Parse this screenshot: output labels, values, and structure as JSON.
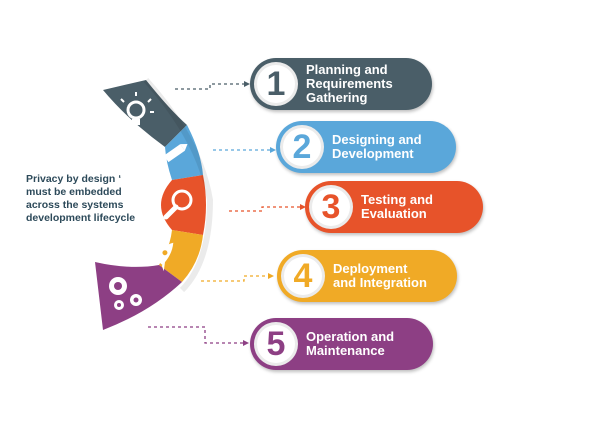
{
  "side_text": [
    "Privacy by design ‘",
    "must be embedded",
    "across the systems",
    "development lifecycle"
  ],
  "colors": {
    "step1": "#4a5e68",
    "step2": "#5aa7da",
    "step3": "#e7532a",
    "step4": "#f0aa26",
    "step5": "#8d3f84",
    "side_text": "#2d4a5a"
  },
  "icons": [
    "lightbulb-icon",
    "pencil-icon",
    "magnifier-icon",
    "rocket-icon",
    "gears-icon"
  ],
  "steps": [
    {
      "number": "1",
      "lines": [
        "Planning and",
        "Requirements",
        "Gathering"
      ]
    },
    {
      "number": "2",
      "lines": [
        "Designing and",
        "Development"
      ]
    },
    {
      "number": "3",
      "lines": [
        "Testing and",
        "Evaluation"
      ]
    },
    {
      "number": "4",
      "lines": [
        "Deployment",
        "and Integration"
      ]
    },
    {
      "number": "5",
      "lines": [
        "Operation and",
        "Maintenance"
      ]
    }
  ]
}
